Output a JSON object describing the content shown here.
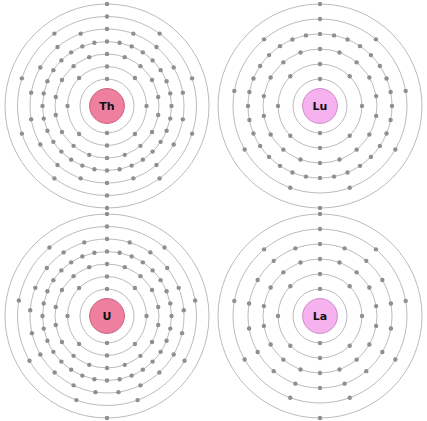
{
  "diagram": {
    "nodes": [
      {
        "text": [
          "Th"
        ]
      },
      {
        "text": [
          "Lu"
        ]
      },
      {
        "text": [
          "U"
        ]
      },
      {
        "text": [
          "La"
        ]
      }
    ]
  }
}
